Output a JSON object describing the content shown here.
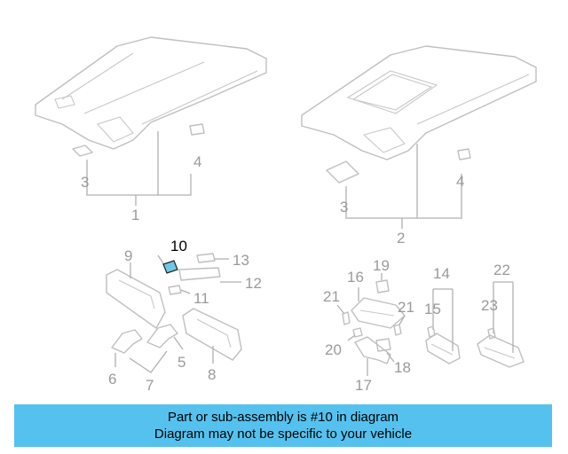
{
  "labels": {
    "p1": "1",
    "p2": "2",
    "p3a": "3",
    "p3b": "3",
    "p4a": "4",
    "p4b": "4",
    "p5": "5",
    "p6": "6",
    "p7": "7",
    "p8": "8",
    "p9": "9",
    "p10": "10",
    "p11": "11",
    "p12": "12",
    "p13": "13",
    "p14": "14",
    "p15": "15",
    "p16": "16",
    "p17": "17",
    "p18": "18",
    "p19": "19",
    "p20": "20",
    "p21a": "21",
    "p21b": "21",
    "p22": "22",
    "p23": "23"
  },
  "highlight": {
    "part": "10",
    "color": "#6fc7e8"
  },
  "banner": {
    "line1": "Part or sub-assembly is #10 in diagram",
    "line2": "Diagram may not be specific to your vehicle",
    "color": "#55c1ee"
  }
}
